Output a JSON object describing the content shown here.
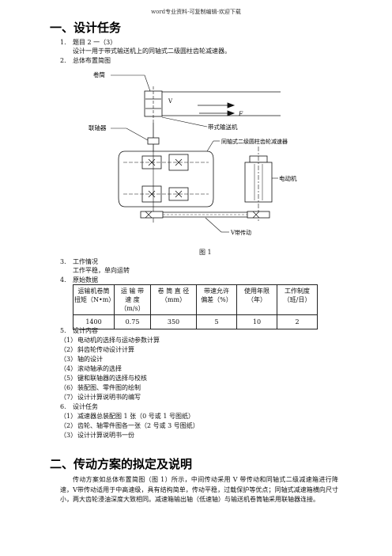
{
  "header": "word专业资料-可复制编辑-欢迎下载",
  "section1": {
    "title": "一、设计任务",
    "item1": {
      "num": "1.",
      "label": "题目 2 一（3）",
      "desc": "设计一用于带式输送机上的同轴式二级圆柱齿轮减速器。"
    },
    "item2": {
      "num": "2.",
      "label": "总体布置简图"
    },
    "figure": {
      "labels": {
        "drum": "卷筒",
        "v": "V",
        "f": "F",
        "belt_conveyor": "带式输送机",
        "coupling": "联轴器",
        "reducer": "同轴式二级圆柱齿轮减速器",
        "motor": "电动机",
        "v_belt": "V带传动"
      },
      "caption": "图 1"
    },
    "item3": {
      "num": "3.",
      "label": "工作情况",
      "desc": "工作平稳，单向运转"
    },
    "item4": {
      "num": "4.",
      "label": "原始数据",
      "table": {
        "headers": [
          [
            "运输机卷筒",
            "扭矩（N•m）"
          ],
          [
            "运 输 带",
            "速    度",
            "（m/s）"
          ],
          [
            "卷 筒 直 径",
            "（mm）"
          ],
          [
            "带速允许",
            "偏差（%）"
          ],
          [
            "使用年限",
            "（年）"
          ],
          [
            "工作制度",
            "（班/日）"
          ]
        ],
        "values": [
          "1400",
          "0.75",
          "350",
          "5",
          "10",
          "2"
        ]
      }
    },
    "item5": {
      "num": "5.",
      "label": "设计内容",
      "items": [
        {
          "n": "（1）",
          "text": "电动机的选择与运动参数计算"
        },
        {
          "n": "（2）",
          "text": "斜齿轮传动设计计算"
        },
        {
          "n": "（3）",
          "text": "轴的设计"
        },
        {
          "n": "（4）",
          "text": "滚动轴承的选择"
        },
        {
          "n": "（5）",
          "text": "键和联轴器的选择与校核"
        },
        {
          "n": "（6）",
          "text": "装配图、零件图的绘制"
        },
        {
          "n": "（7）",
          "text": "设计计算说明书的编写"
        }
      ]
    },
    "item6": {
      "num": "6.",
      "label": "设计任务",
      "items": [
        {
          "n": "（1）",
          "text": "减速器总装配图 1 张（0 号或 1 号图纸）"
        },
        {
          "n": "（2）",
          "text": "齿轮、轴零件图各一张（2 号或 3 号图纸）"
        },
        {
          "n": "（3）",
          "text": "设计计算说明书一份"
        }
      ]
    }
  },
  "section2": {
    "title": "二、传动方案的拟定及说明",
    "paragraph": "传动方案如总体布置简图（图 1）所示，中间传动采用 V 带传动和同轴式二级减速箱进行降速，V带传动适用于中高速级，具有结构简单，传动平稳，过载保护等优点；同轴式减速箱横向尺寸小，两大齿轮浸油深度大致相同。减速箱输出轴（低速轴）与输送机卷筒轴采用联轴器连接。"
  }
}
